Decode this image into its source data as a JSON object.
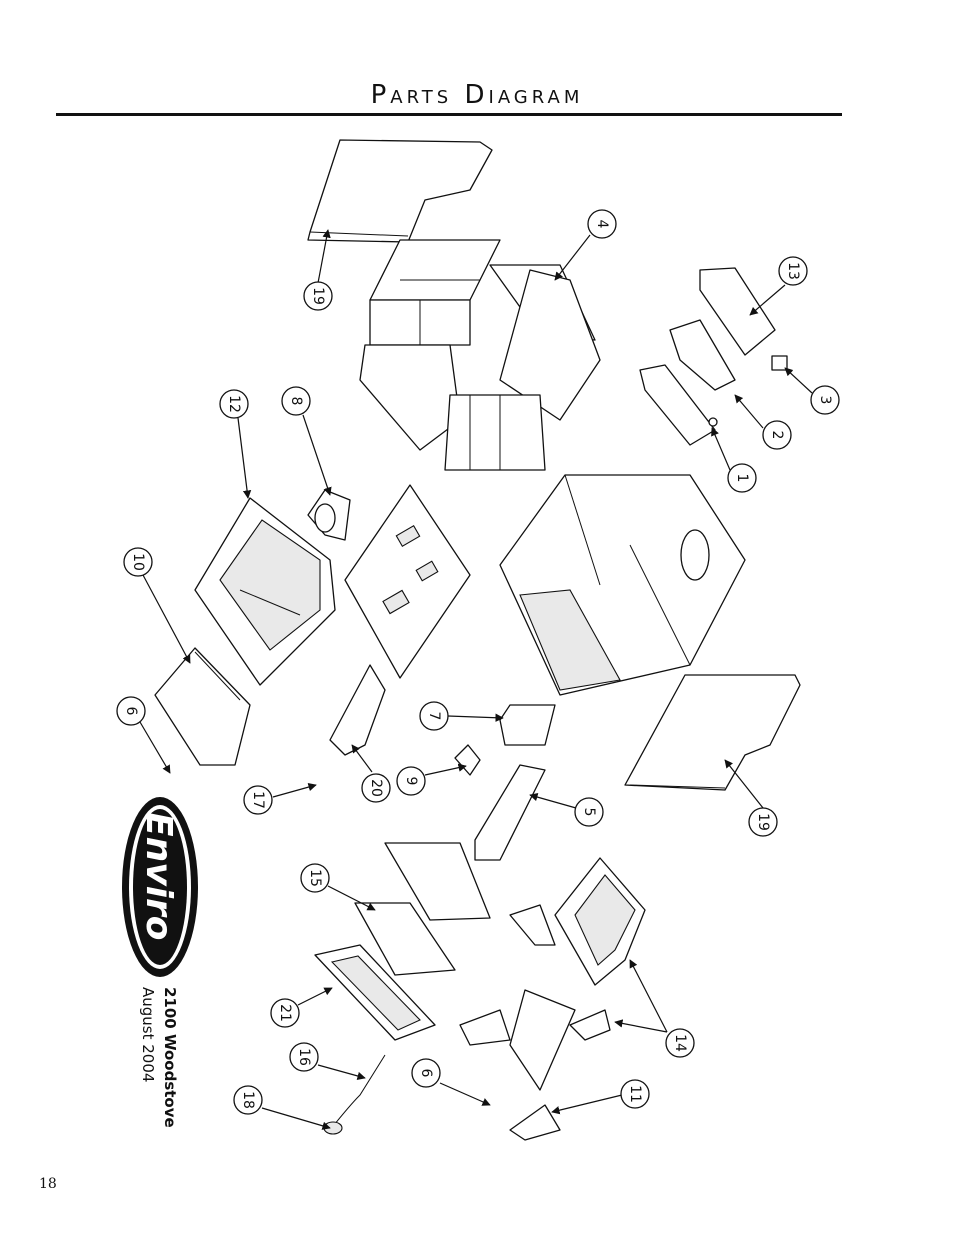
{
  "page": {
    "title": "Parts Diagram",
    "page_number": "18"
  },
  "brand": {
    "logo_text": "Enviro",
    "model": "2100 Woodstove",
    "date": "August 2004"
  },
  "callouts": [
    {
      "id": "c19a",
      "label": "19"
    },
    {
      "id": "c4",
      "label": "4"
    },
    {
      "id": "c13",
      "label": "13"
    },
    {
      "id": "c3",
      "label": "3"
    },
    {
      "id": "c2",
      "label": "2"
    },
    {
      "id": "c1",
      "label": "1"
    },
    {
      "id": "c12",
      "label": "12"
    },
    {
      "id": "c8",
      "label": "8"
    },
    {
      "id": "c10",
      "label": "10"
    },
    {
      "id": "c6a",
      "label": "6"
    },
    {
      "id": "c7",
      "label": "7"
    },
    {
      "id": "c9",
      "label": "9"
    },
    {
      "id": "c17",
      "label": "17"
    },
    {
      "id": "c20",
      "label": "20"
    },
    {
      "id": "c5",
      "label": "5"
    },
    {
      "id": "c19b",
      "label": "19"
    },
    {
      "id": "c15",
      "label": "15"
    },
    {
      "id": "c21",
      "label": "21"
    },
    {
      "id": "c14",
      "label": "14"
    },
    {
      "id": "c16",
      "label": "16"
    },
    {
      "id": "c6b",
      "label": "6"
    },
    {
      "id": "c11",
      "label": "11"
    },
    {
      "id": "c18",
      "label": "18"
    }
  ]
}
